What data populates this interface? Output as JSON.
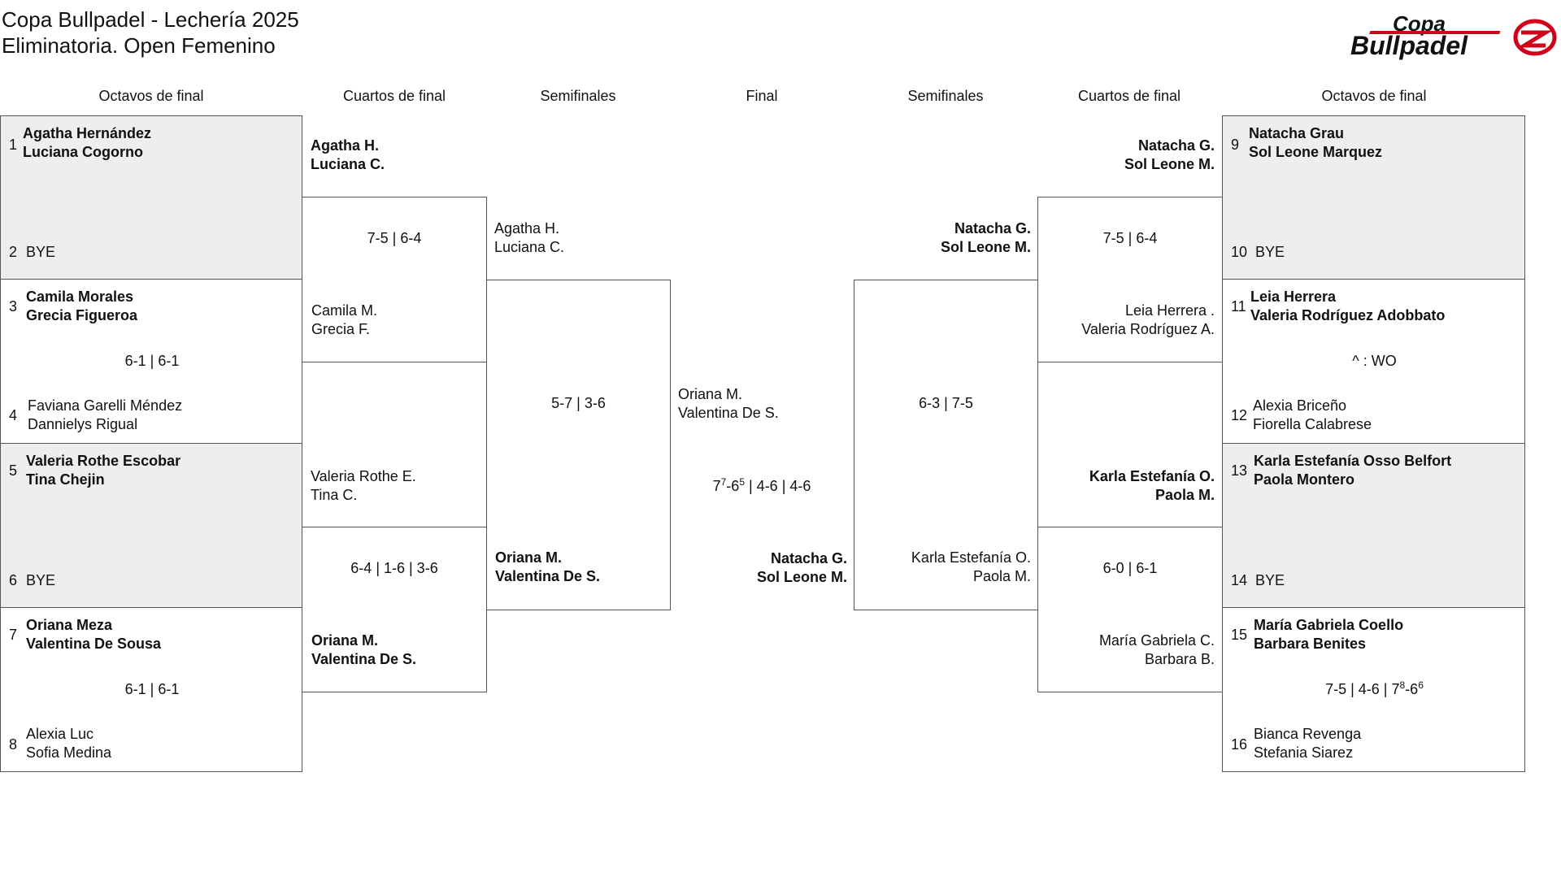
{
  "header": {
    "title_line1": "Copa Bullpadel - Lechería 2025",
    "title_line2": "Eliminatoria. Open Femenino",
    "logo_top": "Copa",
    "logo_bottom": "Bullpadel",
    "brand_color": "#d0021b"
  },
  "columns": {
    "octavos": "Octavos de final",
    "cuartos": "Cuartos de final",
    "semis": "Semifinales",
    "final": "Final"
  },
  "left": {
    "r16": [
      {
        "seed_a": "1",
        "a1": "Agatha Hernández",
        "a2": "Luciana Cogorno",
        "seed_b": "2",
        "b1": "BYE",
        "b2": "",
        "score": ""
      },
      {
        "seed_a": "3",
        "a1": "Camila Morales",
        "a2": "Grecia Figueroa",
        "seed_b": "4",
        "b1": "Faviana Garelli Méndez",
        "b2": "Dannielys Rigual",
        "score": "6-1 | 6-1"
      },
      {
        "seed_a": "5",
        "a1": "Valeria Rothe Escobar",
        "a2": "Tina Chejin",
        "seed_b": "6",
        "b1": "BYE",
        "b2": "",
        "score": ""
      },
      {
        "seed_a": "7",
        "a1": "Oriana Meza",
        "a2": "Valentina De Sousa",
        "seed_b": "8",
        "b1": "Alexia Luc",
        "b2": "Sofia Medina",
        "score": "6-1 | 6-1"
      }
    ],
    "qf": [
      {
        "a1": "Agatha H.",
        "a2": "Luciana C.",
        "b1": "Camila M.",
        "b2": "Grecia F.",
        "score": "7-5 | 6-4"
      },
      {
        "a1": "Valeria Rothe E.",
        "a2": "Tina C.",
        "b1": "Oriana M.",
        "b2": "Valentina De S.",
        "score": "6-4 | 1-6 | 3-6"
      }
    ],
    "sf": {
      "a1": "Agatha H.",
      "a2": "Luciana C.",
      "b1": "Oriana M.",
      "b2": "Valentina De S.",
      "score": "5-7 | 3-6"
    }
  },
  "right": {
    "r16": [
      {
        "seed_a": "9",
        "a1": "Natacha Grau",
        "a2": "Sol Leone Marquez",
        "seed_b": "10",
        "b1": "BYE",
        "b2": "",
        "score": ""
      },
      {
        "seed_a": "11",
        "a1": "Leia Herrera",
        "a2": "Valeria Rodríguez Adobbato",
        "seed_b": "12",
        "b1": "Alexia Briceño",
        "b2": "Fiorella Calabrese",
        "score": "^ : WO"
      },
      {
        "seed_a": "13",
        "a1": "Karla Estefanía Osso Belfort",
        "a2": "Paola Montero",
        "seed_b": "14",
        "b1": "BYE",
        "b2": "",
        "score": ""
      },
      {
        "seed_a": "15",
        "a1": "María Gabriela Coello",
        "a2": "Barbara Benites",
        "seed_b": "16",
        "b1": "Bianca Revenga",
        "b2": "Stefania Siarez",
        "score_parts": [
          "7-5 | 4-6 | 7",
          "8",
          "-6",
          "6"
        ]
      }
    ],
    "qf": [
      {
        "a1": "Natacha G.",
        "a2": "Sol Leone M.",
        "b1": "Leia Herrera .",
        "b2": "Valeria Rodríguez A.",
        "score": "7-5 | 6-4"
      },
      {
        "a1": "Karla Estefanía O.",
        "a2": "Paola M.",
        "b1": "María Gabriela C.",
        "b2": "Barbara B.",
        "score": "6-0 | 6-1"
      }
    ],
    "sf": {
      "a1": "Natacha G.",
      "a2": "Sol Leone M.",
      "b1": "Karla Estefanía O.",
      "b2": "Paola M.",
      "score": "6-3 | 7-5"
    }
  },
  "final": {
    "a1": "Oriana M.",
    "a2": "Valentina De S.",
    "b1": "Natacha G.",
    "b2": "Sol Leone M.",
    "score_parts": [
      "7",
      "7",
      "-6",
      "5",
      " | 4-6 | 4-6"
    ]
  }
}
